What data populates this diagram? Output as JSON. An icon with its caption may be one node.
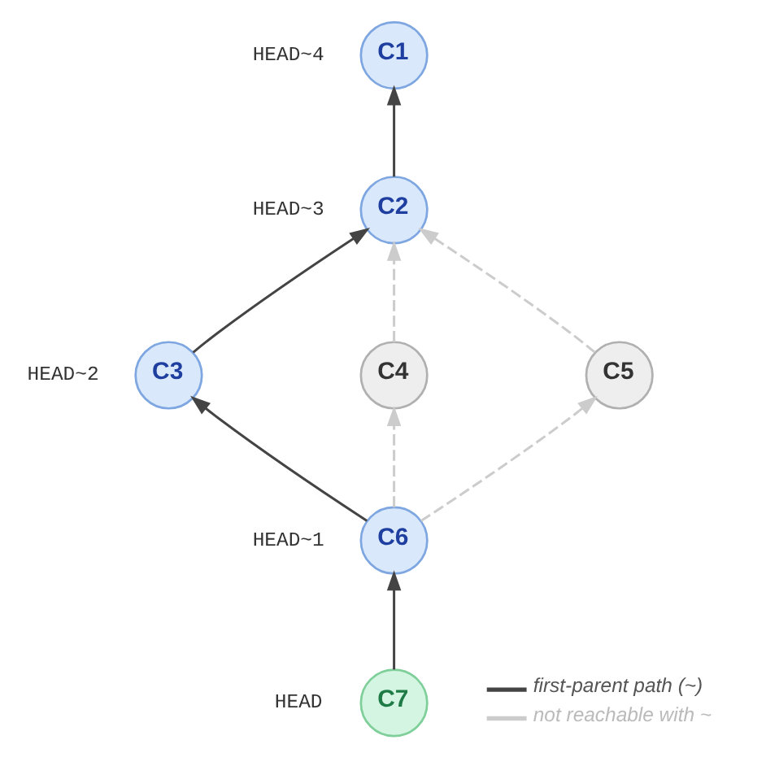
{
  "diagram": {
    "nodes": [
      {
        "text": [
          "C1"
        ],
        "beside": [
          "HEAD~4"
        ]
      },
      {
        "text": [
          "C2"
        ],
        "beside": [
          "HEAD~3"
        ]
      },
      {
        "text": [
          "C3"
        ],
        "beside": [
          "HEAD~2"
        ]
      },
      {
        "text": [
          "C4"
        ]
      },
      {
        "text": [
          "C5"
        ]
      },
      {
        "text": [
          "C6"
        ],
        "beside": [
          "HEAD~1"
        ]
      },
      {
        "text": [
          "C7"
        ],
        "beside": [
          "HEAD"
        ]
      }
    ],
    "edges": [
      {
        "from": 1,
        "to": 0,
        "arrow": "to"
      },
      {
        "from": 2,
        "to": 1,
        "arrow": "to"
      },
      {
        "from": 3,
        "to": 1,
        "arrow": "to",
        "style": "dashed",
        "color": "#cccccc"
      },
      {
        "from": 4,
        "to": 1,
        "arrow": "to",
        "style": "dashed",
        "color": "#cccccc"
      },
      {
        "from": 5,
        "to": 2,
        "arrow": "to"
      },
      {
        "from": 5,
        "to": 3,
        "arrow": "to",
        "style": "dashed",
        "color": "#cccccc"
      },
      {
        "from": 5,
        "to": 4,
        "arrow": "to",
        "style": "dashed",
        "color": "#cccccc"
      },
      {
        "from": 6,
        "to": 5,
        "arrow": "to"
      }
    ],
    "legend": [
      {
        "text": "first-parent path (~)"
      },
      {
        "text": "not reachable with ~"
      }
    ]
  }
}
